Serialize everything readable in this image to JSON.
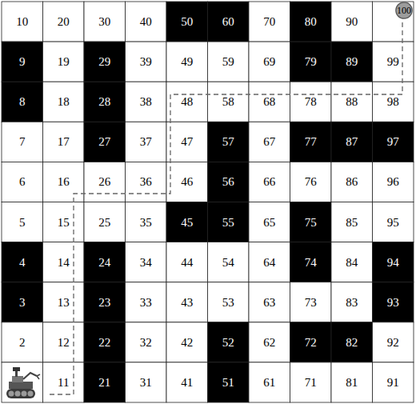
{
  "diagram": {
    "nodes": [
      {
        "text": [
          "100"
        ]
      }
    ],
    "labels": [
      "10",
      "20",
      "30",
      "40",
      "50",
      "60",
      "70",
      "80",
      "90",
      "9",
      "19",
      "29",
      "39",
      "49",
      "59",
      "69",
      "79",
      "89",
      "99",
      "8",
      "18",
      "28",
      "38",
      "48",
      "58",
      "68",
      "78",
      "88",
      "98",
      "7",
      "17",
      "27",
      "37",
      "47",
      "57",
      "67",
      "77",
      "87",
      "97",
      "6",
      "16",
      "26",
      "36",
      "46",
      "56",
      "66",
      "76",
      "86",
      "96",
      "5",
      "15",
      "25",
      "35",
      "45",
      "55",
      "65",
      "75",
      "85",
      "95",
      "4",
      "14",
      "24",
      "34",
      "44",
      "54",
      "64",
      "74",
      "84",
      "94",
      "3",
      "13",
      "23",
      "33",
      "43",
      "53",
      "63",
      "73",
      "83",
      "93",
      "2",
      "12",
      "22",
      "32",
      "42",
      "52",
      "62",
      "72",
      "82",
      "92",
      "11",
      "21",
      "31",
      "41",
      "51",
      "61",
      "71",
      "81",
      "91"
    ]
  }
}
